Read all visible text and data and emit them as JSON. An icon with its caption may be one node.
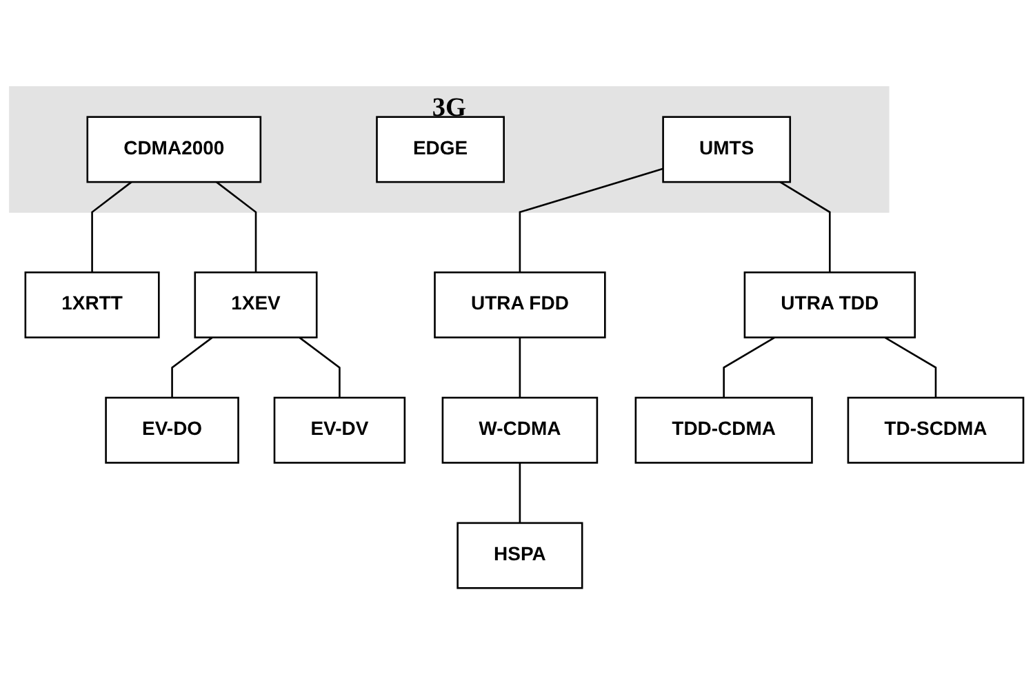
{
  "diagram": {
    "nodes": [
      {
        "text": [
          "3G"
        ]
      },
      {
        "text": [
          "CDMA2000"
        ],
        "in": 0
      },
      {
        "text": [
          "EDGE"
        ],
        "in": 0
      },
      {
        "text": [
          "UMTS"
        ],
        "in": 0
      },
      {
        "text": [
          "1XRTT"
        ]
      },
      {
        "text": [
          "1XEV"
        ]
      },
      {
        "text": [
          "UTRA FDD"
        ]
      },
      {
        "text": [
          "UTRA TDD"
        ]
      },
      {
        "text": [
          "EV-DO"
        ]
      },
      {
        "text": [
          "EV-DV"
        ]
      },
      {
        "text": [
          "W-CDMA"
        ]
      },
      {
        "text": [
          "TDD-CDMA"
        ]
      },
      {
        "text": [
          "TD-SCDMA"
        ]
      },
      {
        "text": [
          "HSPA"
        ]
      }
    ],
    "edges": [
      {
        "from": 1,
        "to": 4,
        "arrow": "none"
      },
      {
        "from": 1,
        "to": 5,
        "arrow": "none"
      },
      {
        "from": 3,
        "to": 6,
        "arrow": "none"
      },
      {
        "from": 3,
        "to": 7,
        "arrow": "none"
      },
      {
        "from": 5,
        "to": 8,
        "arrow": "none"
      },
      {
        "from": 5,
        "to": 9,
        "arrow": "none"
      },
      {
        "from": 6,
        "to": 10,
        "arrow": "none"
      },
      {
        "from": 7,
        "to": 11,
        "arrow": "none"
      },
      {
        "from": 7,
        "to": 12,
        "arrow": "none"
      },
      {
        "from": 10,
        "to": 13,
        "arrow": "none"
      }
    ]
  }
}
